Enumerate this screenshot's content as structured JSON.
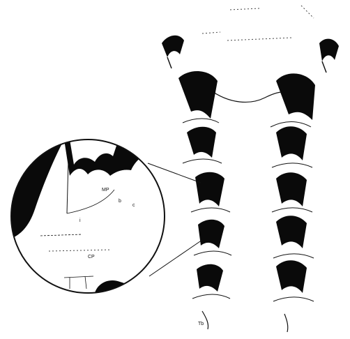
{
  "figure": {
    "labels": {
      "mp": "MP",
      "b": "b",
      "c": "c",
      "i": "i",
      "cp": "CP",
      "tb": "Tb"
    },
    "colors": {
      "ink": "#0a0a0a",
      "paper": "#ffffff"
    }
  }
}
